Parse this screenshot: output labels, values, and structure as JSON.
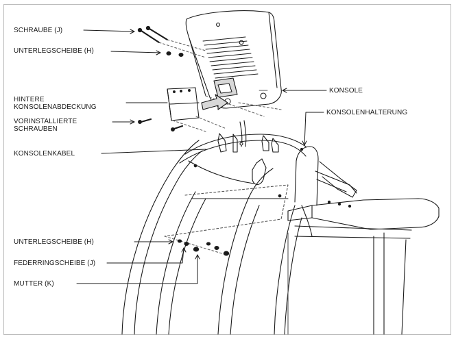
{
  "labels": {
    "schraube": "SCHRAUBE (J)",
    "unterlegscheibe_top": "UNTERLEGSCHEIBE (H)",
    "hintere_1": "HINTERE",
    "hintere_2": "KONSOLENABDECKUNG",
    "vorinstallierte_1": "VORINSTALLIERTE",
    "vorinstallierte_2": "SCHRAUBEN",
    "konsolenkabel": "KONSOLENKABEL",
    "konsole": "KONSOLE",
    "konsolenhalterung": "KONSOLENHALTERUNG",
    "unterlegscheibe_bottom": "UNTERLEGSCHEIBE (H)",
    "federringscheibe": "FEDERRINGSCHEIBE (J)",
    "mutter": "MUTTER (K)"
  },
  "colors": {
    "line": "#1a1a1a",
    "light_line": "#888888",
    "fill_light": "#f2f2f2",
    "fill_mid": "#d8d8d8"
  }
}
